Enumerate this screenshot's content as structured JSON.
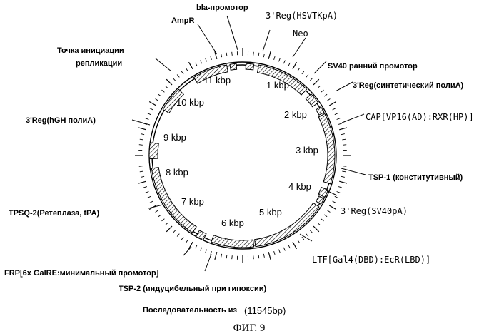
{
  "kbp_markers": [
    "1 kbp",
    "2 kbp",
    "3 kbp",
    "4 kbp",
    "5 kbp",
    "6 kbp",
    "7 kbp",
    "8 kbp",
    "9 kbp",
    "10 kbp",
    "11 kbp"
  ],
  "labels": {
    "bla": "bla-промотор",
    "reg_hsv": "3'Reg(HSVTKpA)",
    "ampr": "AmpR",
    "neo": "Neo",
    "ori_line1": "Точка инициации",
    "ori_line2": "репликации",
    "sv40_early": "SV40 ранний промотор",
    "reg_synth": "3'Reg(синтетический полиА)",
    "cap": "CAP[VP16(AD):RXR(HP)]",
    "hgh": "3'Reg(hGH полиА)",
    "tsp1": "TSP-1 (конститутивный)",
    "sv40pa": "3'Reg(SV40pA)",
    "tpsq2": "TPSQ-2(Ретеплаза, tPA)",
    "ltf": "LTF[Gal4(DBD):EcR(LBD)]",
    "frp": "FRP[6x GalRE:минимальный промотор]",
    "tsp2": "TSP-2 (индуцибельный при гипоксии)"
  },
  "sequence_label": "Последовательность из",
  "sequence_length": "(11545bp)",
  "caption": "ФИГ. 9"
}
